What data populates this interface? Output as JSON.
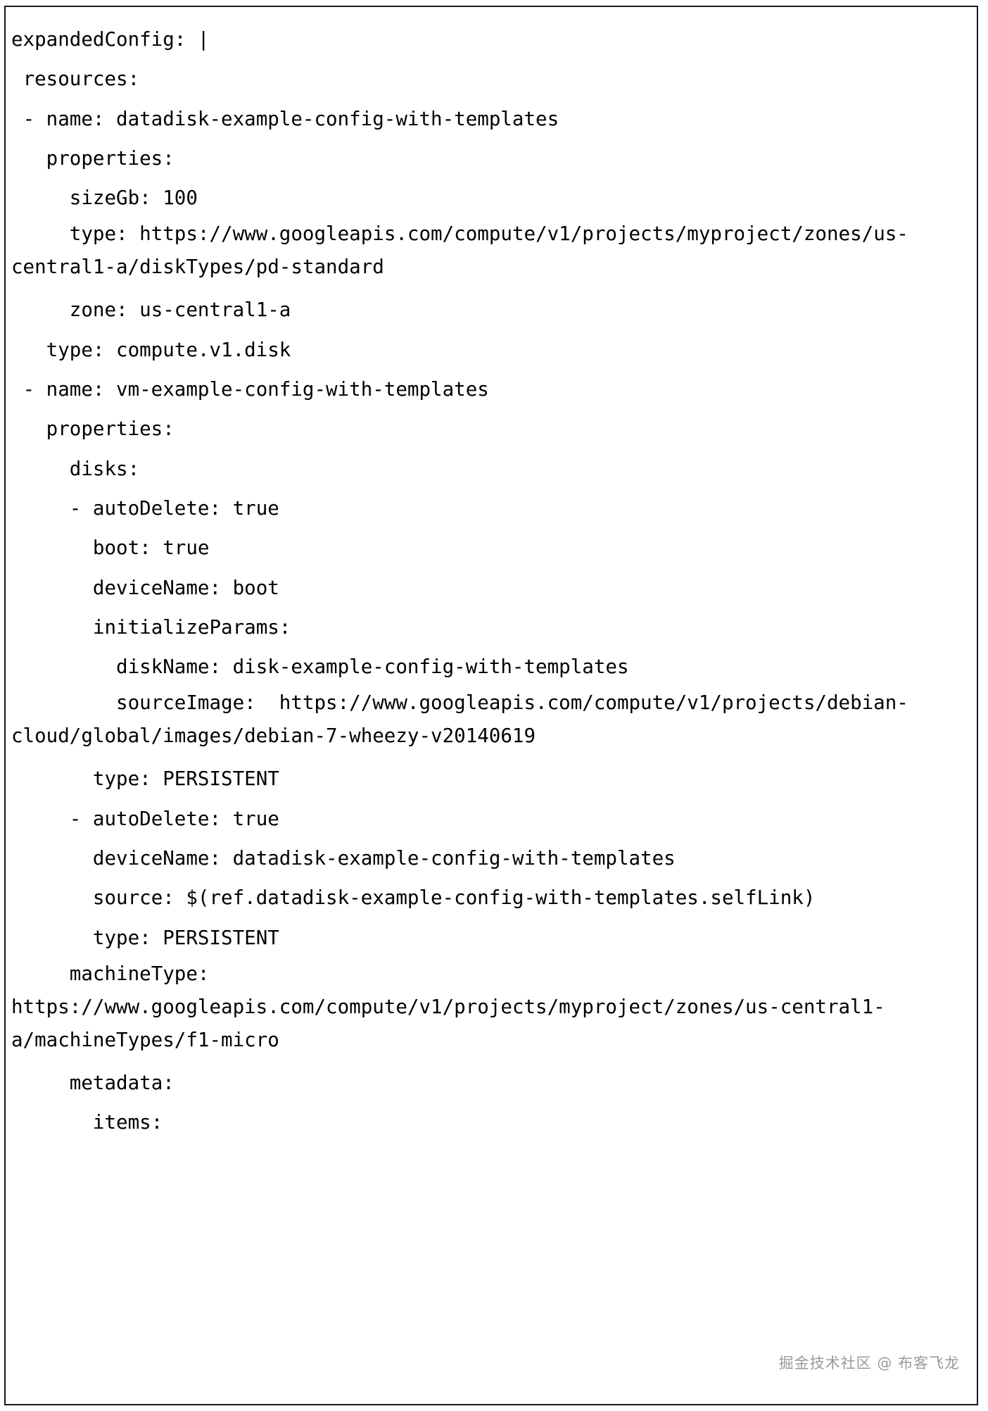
{
  "document": {
    "kind": "yaml-code-listing",
    "border_color": "#1a1a1a",
    "background_color": "#ffffff",
    "text_color": "#000000"
  },
  "code": {
    "language": "yaml",
    "lines": [
      "expandedConfig: |",
      " resources:",
      " - name: datadisk-example-config-with-templates",
      "   properties:",
      "     sizeGb: 100",
      "     type: https://www.googleapis.com/compute/v1/projects/myproject/zones/us-central1-a/diskTypes/pd-standard",
      "     zone: us-central1-a",
      "   type: compute.v1.disk",
      " - name: vm-example-config-with-templates",
      "   properties:",
      "     disks:",
      "     - autoDelete: true",
      "       boot: true",
      "       deviceName: boot",
      "       initializeParams:",
      "         diskName: disk-example-config-with-templates",
      "         sourceImage:  https://www.googleapis.com/compute/v1/projects/debian-cloud/global/images/debian-7-wheezy-v20140619",
      "       type: PERSISTENT",
      "     - autoDelete: true",
      "       deviceName: datadisk-example-config-with-templates",
      "       source: $(ref.datadisk-example-config-with-templates.selfLink)",
      "       type: PERSISTENT",
      "     machineType: https://www.googleapis.com/compute/v1/projects/myproject/zones/us-central1-a/machineTypes/f1-micro",
      "     metadata:",
      "       items:"
    ]
  },
  "watermark": {
    "text": "掘金技术社区 @ 布客飞龙",
    "color": "#9a9a9a"
  }
}
